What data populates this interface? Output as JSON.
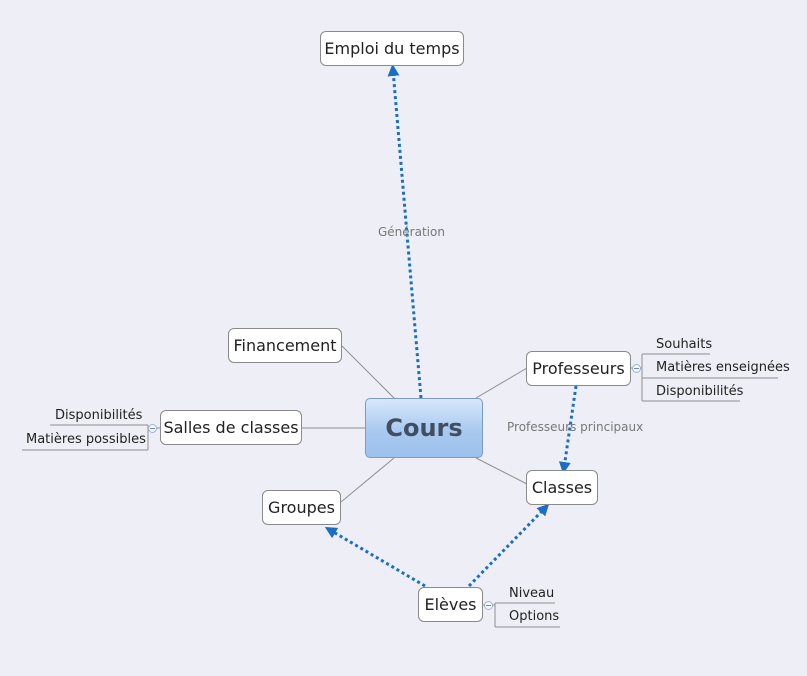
{
  "central": {
    "label": "Cours"
  },
  "topics": {
    "emploi": "Emploi du temps",
    "financement": "Financement",
    "professeurs": "Professeurs",
    "salles": "Salles de classes",
    "classes": "Classes",
    "groupes": "Groupes",
    "eleves": "Elèves"
  },
  "subtopics": {
    "professeurs": [
      "Souhaits",
      "Matières enseignées",
      "Disponibilités"
    ],
    "salles": [
      "Disponibilités",
      "Matières possibles"
    ],
    "eleves": [
      "Niveau",
      "Options"
    ]
  },
  "relationships": {
    "generation": "Génération",
    "professeurs_principaux": "Professeurs principaux"
  },
  "colors": {
    "background": "#eeeff6",
    "relationship_arrow": "#1a6fc4",
    "connector": "#8f8f8f"
  }
}
